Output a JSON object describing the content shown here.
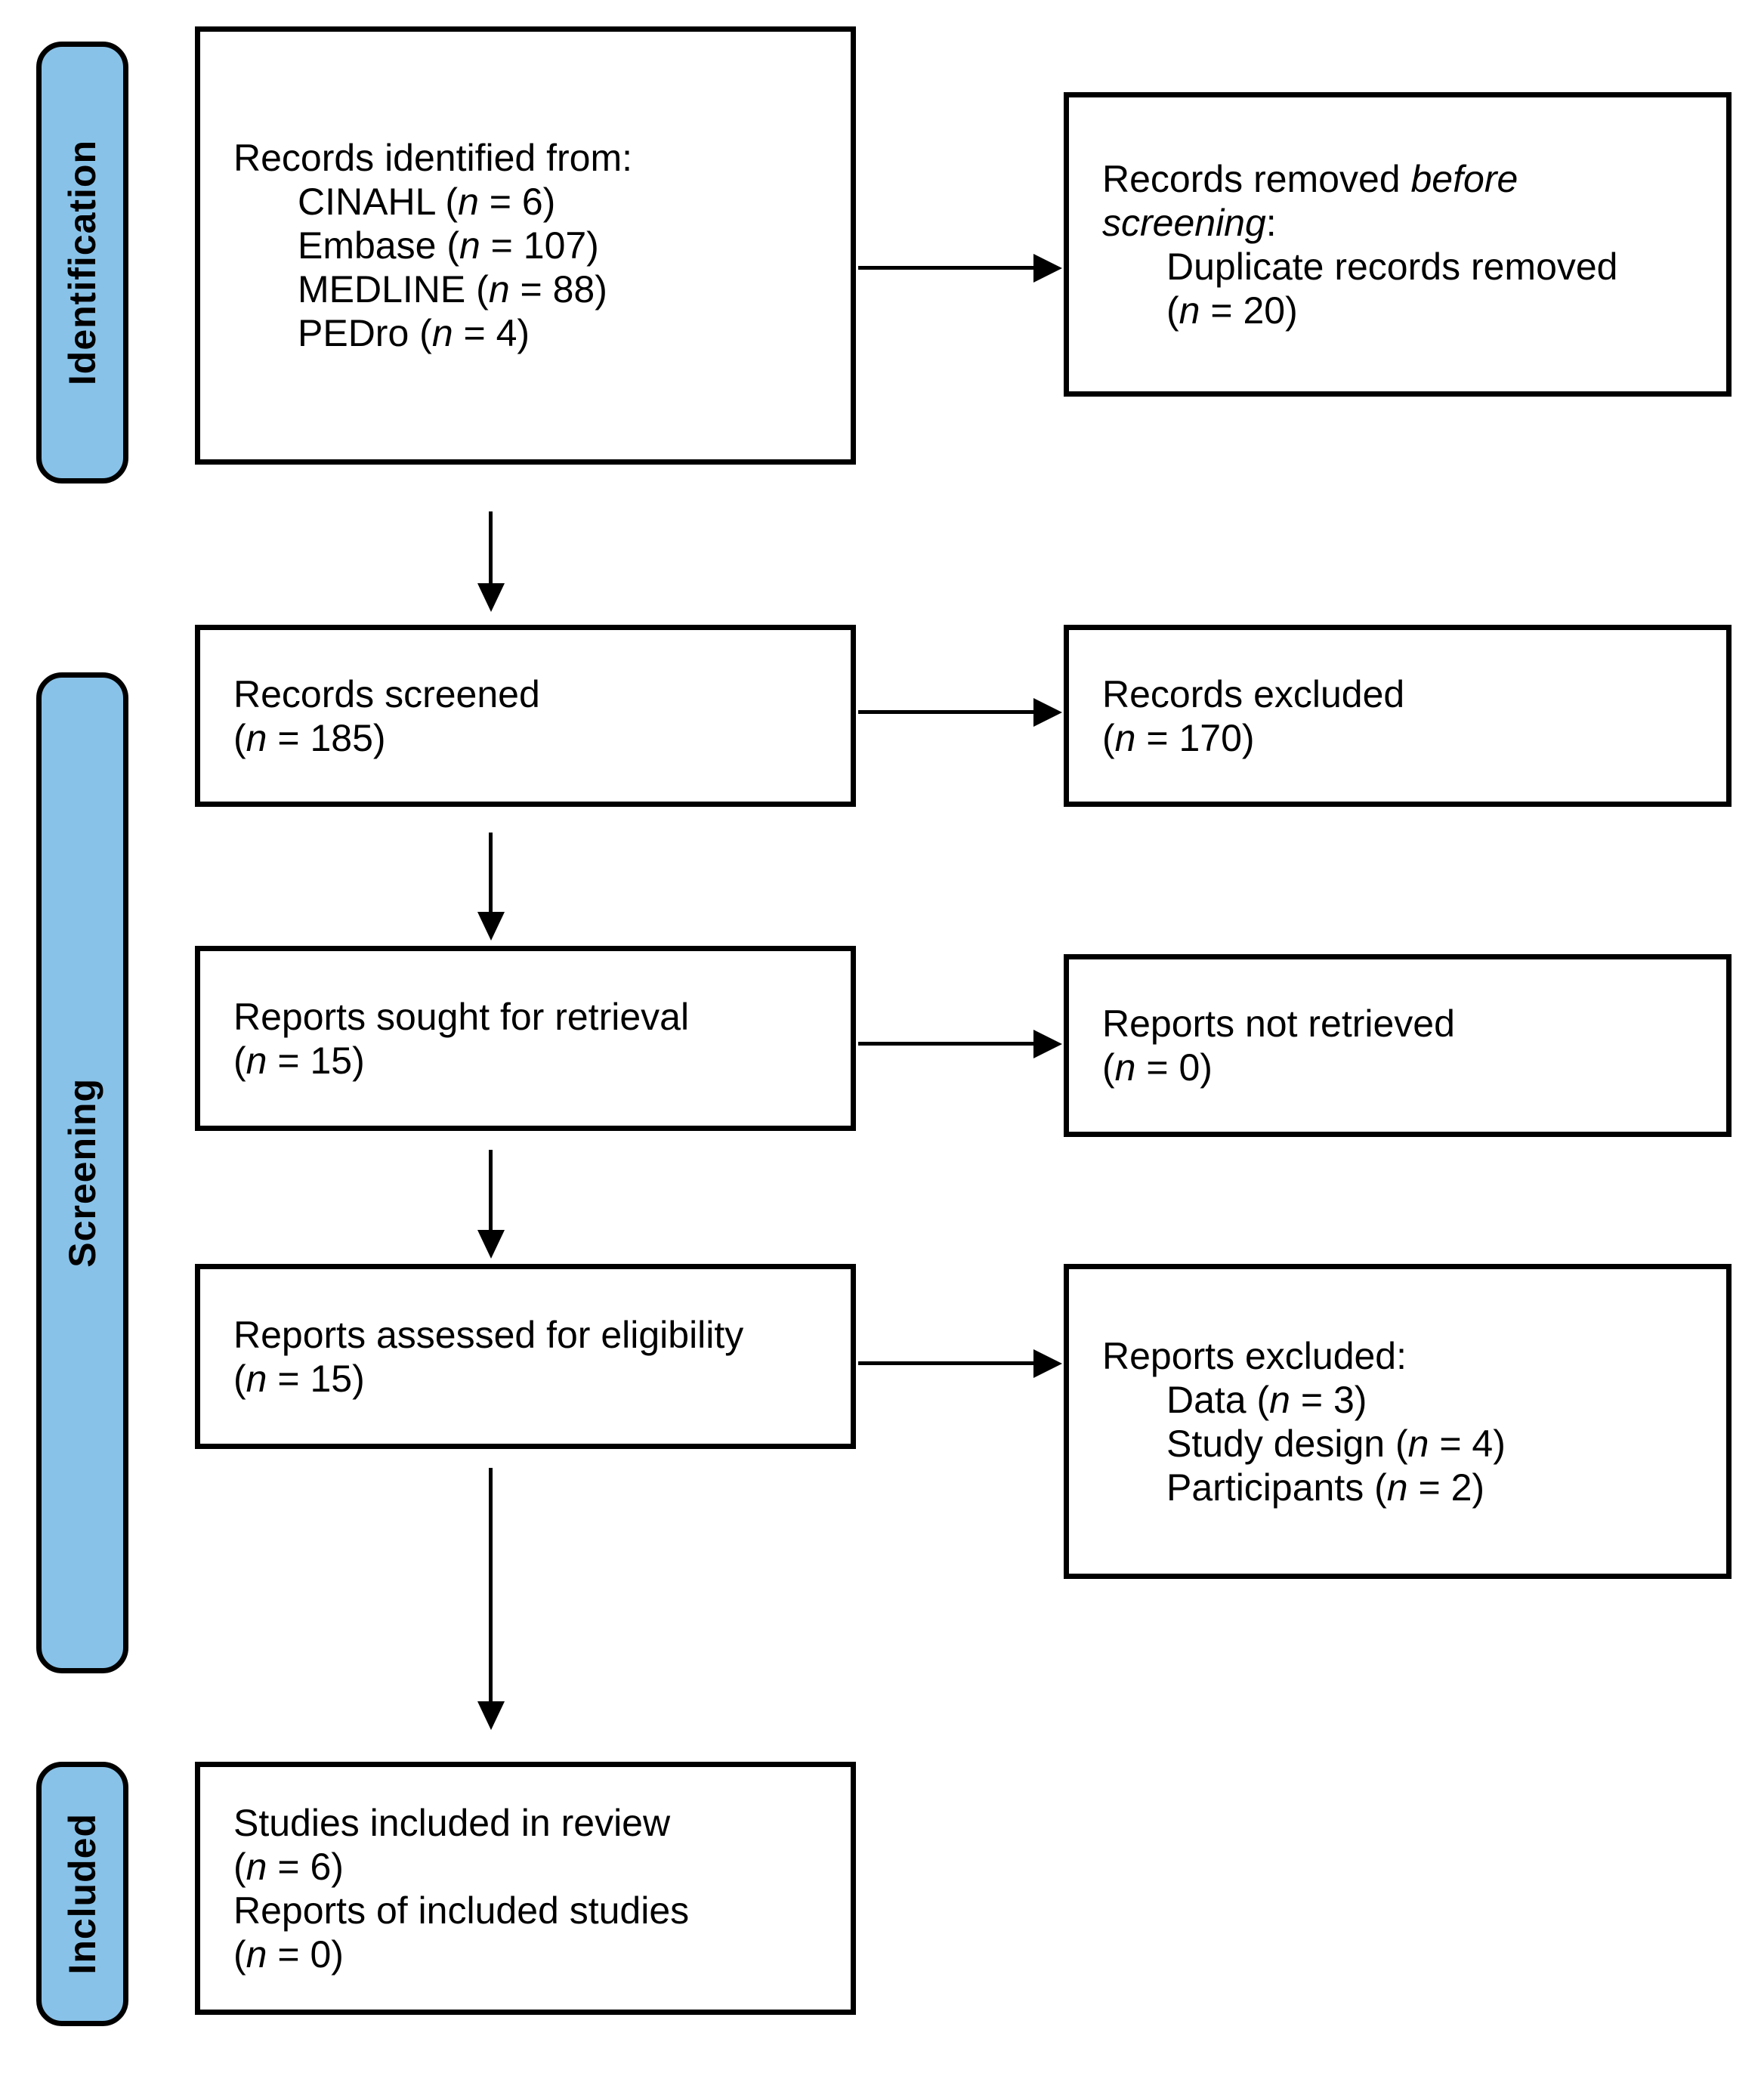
{
  "colors": {
    "stage_fill": "#89c2e8",
    "line_color": "#000000",
    "box_fill": "#ffffff"
  },
  "stages": [
    {
      "label": "Identification"
    },
    {
      "label": "Screening"
    },
    {
      "label": "Included"
    }
  ],
  "boxes": {
    "identified": {
      "lines": [
        {
          "t": "Records identified from:",
          "ind": 0
        },
        {
          "t": "CINAHL (*n* = 6)",
          "ind": 1
        },
        {
          "t": "Embase (*n* = 107)",
          "ind": 1
        },
        {
          "t": "MEDLINE (*n* = 88)",
          "ind": 1
        },
        {
          "t": "PEDro (*n* = 4)",
          "ind": 1
        }
      ]
    },
    "removed": {
      "lines": [
        {
          "t": "Records removed *before*",
          "ind": 0
        },
        {
          "t": "*screening*:",
          "ind": 0
        },
        {
          "t": "Duplicate records removed",
          "ind": 1
        },
        {
          "t": "(*n* = 20)",
          "ind": 1
        }
      ]
    },
    "screened": {
      "lines": [
        {
          "t": "Records screened",
          "ind": 0
        },
        {
          "t": "(*n* = 185)",
          "ind": 0
        }
      ]
    },
    "records_excluded": {
      "lines": [
        {
          "t": "Records excluded",
          "ind": 0
        },
        {
          "t": "(*n* = 170)",
          "ind": 0
        }
      ]
    },
    "sought": {
      "lines": [
        {
          "t": "Reports sought for retrieval",
          "ind": 0
        },
        {
          "t": "(*n* = 15)",
          "ind": 0
        }
      ]
    },
    "not_retrieved": {
      "lines": [
        {
          "t": "Reports not retrieved",
          "ind": 0
        },
        {
          "t": "(*n* = 0)",
          "ind": 0
        }
      ]
    },
    "assessed": {
      "lines": [
        {
          "t": "Reports assessed for eligibility",
          "ind": 0
        },
        {
          "t": "(*n* = 15)",
          "ind": 0
        }
      ]
    },
    "reports_excluded": {
      "lines": [
        {
          "t": "Reports excluded:",
          "ind": 0
        },
        {
          "t": "Data (*n* = 3)",
          "ind": 1
        },
        {
          "t": "Study design (*n* = 4)",
          "ind": 1
        },
        {
          "t": "Participants (*n* = 2)",
          "ind": 1
        }
      ]
    },
    "included_studies": {
      "lines": [
        {
          "t": "Studies included in review",
          "ind": 0
        },
        {
          "t": "(*n* = 6)",
          "ind": 0
        },
        {
          "t": "Reports of included studies",
          "ind": 0
        },
        {
          "t": "(*n* = 0)",
          "ind": 0
        }
      ]
    }
  }
}
